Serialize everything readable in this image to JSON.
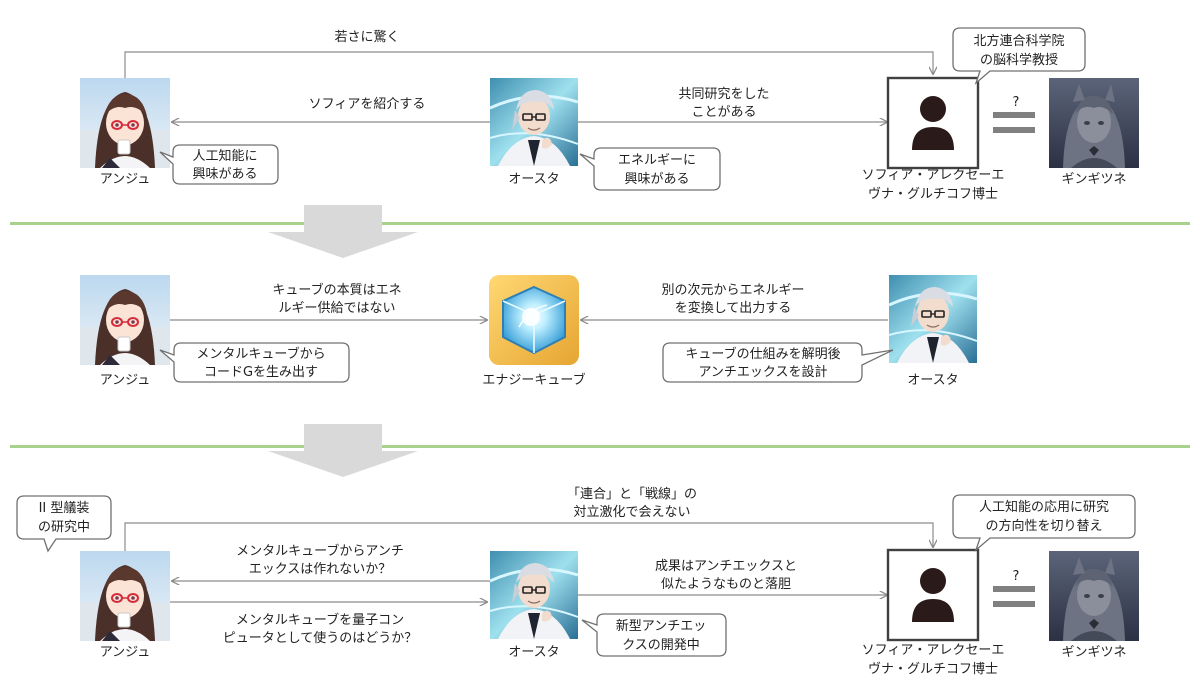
{
  "names": {
    "anju": "アンジュ",
    "osta": "オースタ",
    "sofia_l1": "ソフィア・アレクセーエ",
    "sofia_l2": "ヴナ・グルチコフ博士",
    "ginguitsune": "ギンギツネ",
    "cube": "エナジーキューブ"
  },
  "section1": {
    "arrow_top": "若さに驚く",
    "arrow_intro": "ソフィアを紹介する",
    "arrow_joint_l1": "共同研究をした",
    "arrow_joint_l2": "ことがある",
    "bubble_anju_l1": "人工知能に",
    "bubble_anju_l2": "興味がある",
    "bubble_osta_l1": "エネルギーに",
    "bubble_osta_l2": "興味がある",
    "bubble_sofia_l1": "北方連合科学院",
    "bubble_sofia_l2": "の脳科学教授",
    "question": "?"
  },
  "section2": {
    "arrow_left_l1": "キューブの本質はエネ",
    "arrow_left_l2": "ルギー供給ではない",
    "arrow_right_l1": "別の次元からエネルギー",
    "arrow_right_l2": "を変換して出力する",
    "bubble_anju_l1": "メンタルキューブから",
    "bubble_anju_l2": "コードGを生み出す",
    "bubble_osta_l1": "キューブの仕組みを解明後",
    "bubble_osta_l2": "アンチエックスを設計"
  },
  "section3": {
    "arrow_top_l1": "「連合」と「戦線」の",
    "arrow_top_l2": "対立激化で会えない",
    "arrow_q1_l1": "メンタルキューブからアンチ",
    "arrow_q1_l2": "エックスは作れないか？",
    "arrow_q2_l1": "メンタルキューブを量子コン",
    "arrow_q2_l2": "ピュータとして使うのはどうか？",
    "arrow_result_l1": "成果はアンチエックスと",
    "arrow_result_l2": "似たようなものと落胆",
    "bubble_anju_l1": "II 型艤装",
    "bubble_anju_l2": "の研究中",
    "bubble_osta_l1": "新型アンチエッ",
    "bubble_osta_l2": "クスの開発中",
    "bubble_sofia_l1": "人工知能の応用に研究",
    "bubble_sofia_l2": "の方向性を切り替え",
    "question": "?"
  },
  "colors": {
    "divider": "#a9d18e",
    "arrow": "#8c8c8c",
    "chevron": "#d9d9d9",
    "equals": "#808080",
    "person": "#2b1a1a"
  }
}
